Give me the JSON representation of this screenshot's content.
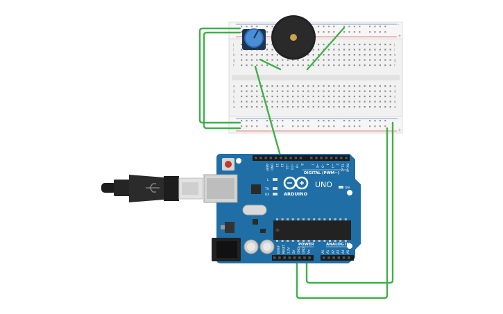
{
  "board": {
    "brand": "ARDUINO",
    "model": "UNO",
    "digital_label": "DIGITAL (PWM~)",
    "power_label": "POWER",
    "analog_label": "ANALOG IN",
    "on_label": "ON",
    "led_l": "L",
    "led_tx": "TX",
    "led_rx": "RX",
    "digital_pins": [
      "AREF",
      "GND",
      "13",
      "12",
      "~11",
      "~10",
      "~9",
      "8",
      "7",
      "~6",
      "~5",
      "4",
      "~3",
      "2",
      "TX>1",
      "RX<0"
    ],
    "power_pins": [
      "IOREF",
      "RESET",
      "3.3V",
      "5V",
      "GND",
      "GND",
      "Vin"
    ],
    "analog_pins": [
      "A0",
      "A1",
      "A2",
      "A3",
      "A4",
      "A5"
    ]
  },
  "breadboard": {
    "rows_top": [
      "j",
      "i",
      "h",
      "g",
      "f"
    ],
    "rows_bottom": [
      "e",
      "d",
      "c",
      "b",
      "a"
    ],
    "columns": 30,
    "rail_plus": "+",
    "rail_minus": "-"
  },
  "colors": {
    "wire": "#3eb049",
    "board": "#1f6fa6",
    "board_dark": "#17578a",
    "breadboard": "#eeeeee",
    "rail_red": "#d9534f",
    "rail_blue": "#5b7fbd",
    "buzzer": "#222222",
    "pot": "#4a8fd6"
  },
  "icons": {
    "logo": "arduino-infinity-logo",
    "usb": "usb-plug"
  }
}
